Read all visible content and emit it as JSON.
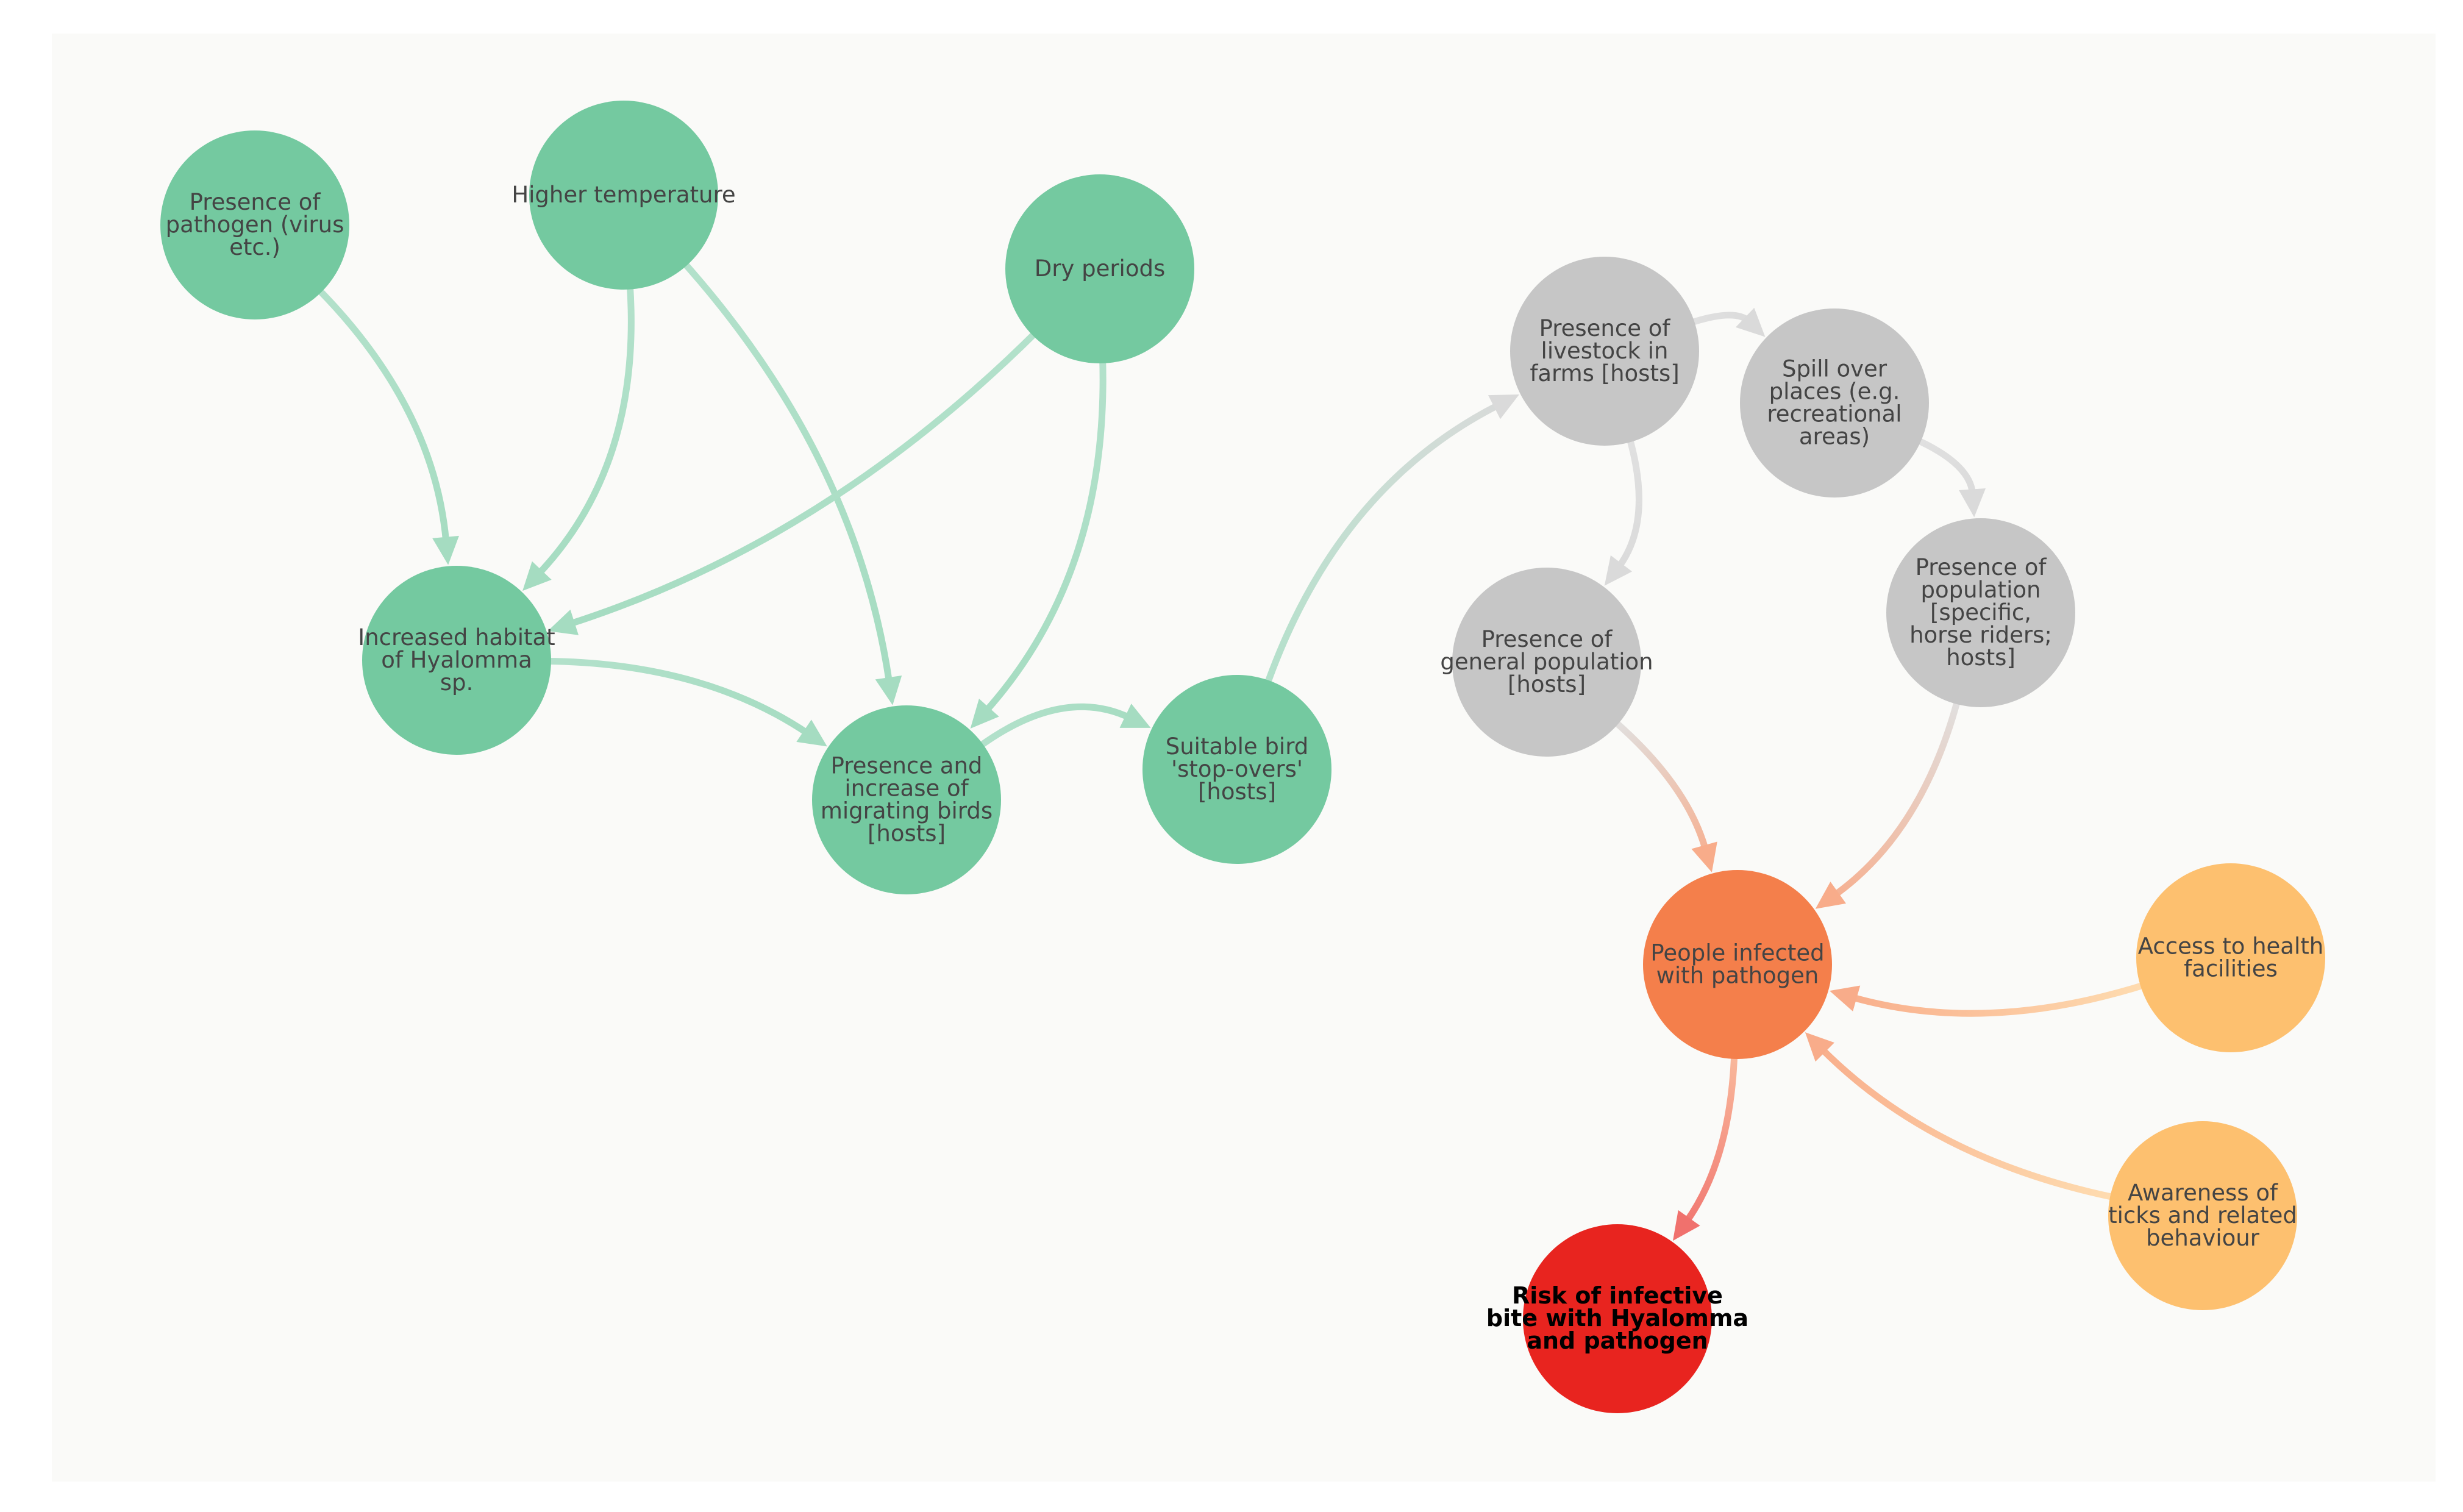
{
  "diagram": {
    "title": "",
    "colors": {
      "background": "#fafaf8",
      "drivers": "#74c9a0",
      "hosts": "#c6c6c6",
      "infection": "#f47f4b",
      "behaviour": "#fdc06f",
      "risk": "#e8241f"
    },
    "nodes": [
      {
        "id": "pathogen",
        "group": "drivers",
        "lines": [
          "Presence of",
          "pathogen (virus",
          "etc.)"
        ]
      },
      {
        "id": "temperature",
        "group": "drivers",
        "lines": [
          "Higher temperature"
        ]
      },
      {
        "id": "dry",
        "group": "drivers",
        "lines": [
          "Dry periods"
        ]
      },
      {
        "id": "habitat",
        "group": "drivers",
        "lines": [
          "Increased habitat",
          "of Hyalomma",
          "sp."
        ]
      },
      {
        "id": "birds",
        "group": "drivers",
        "lines": [
          "Presence and",
          "increase of",
          "migrating birds",
          "[hosts]"
        ]
      },
      {
        "id": "stopovers",
        "group": "drivers",
        "lines": [
          "Suitable bird",
          "'stop-overs'",
          "[hosts]"
        ]
      },
      {
        "id": "livestock",
        "group": "hosts",
        "lines": [
          "Presence of",
          "livestock in",
          "farms [hosts]"
        ]
      },
      {
        "id": "spillover",
        "group": "hosts",
        "lines": [
          "Spill over",
          "places (e.g.",
          "recreational",
          "areas)"
        ]
      },
      {
        "id": "general",
        "group": "hosts",
        "lines": [
          "Presence of",
          "general population",
          "[hosts]"
        ]
      },
      {
        "id": "specific",
        "group": "hosts",
        "lines": [
          "Presence of",
          "population",
          "[specific,",
          "horse riders;",
          "hosts]"
        ]
      },
      {
        "id": "infected",
        "group": "infection",
        "lines": [
          "People infected",
          "with pathogen"
        ]
      },
      {
        "id": "access",
        "group": "behaviour",
        "lines": [
          "Access to health",
          "facilities"
        ]
      },
      {
        "id": "awareness",
        "group": "behaviour",
        "lines": [
          "Awareness of",
          "ticks and related",
          "behaviour"
        ]
      },
      {
        "id": "risk",
        "group": "risk",
        "lines": [
          "Risk of infective",
          "bite with Hyalomma",
          "and pathogen"
        ]
      }
    ],
    "edges": [
      {
        "from": "pathogen",
        "to": "habitat"
      },
      {
        "from": "temperature",
        "to": "habitat"
      },
      {
        "from": "temperature",
        "to": "birds"
      },
      {
        "from": "dry",
        "to": "habitat"
      },
      {
        "from": "dry",
        "to": "birds"
      },
      {
        "from": "habitat",
        "to": "birds"
      },
      {
        "from": "birds",
        "to": "stopovers"
      },
      {
        "from": "stopovers",
        "to": "livestock"
      },
      {
        "from": "livestock",
        "to": "spillover"
      },
      {
        "from": "livestock",
        "to": "general"
      },
      {
        "from": "spillover",
        "to": "specific"
      },
      {
        "from": "general",
        "to": "infected"
      },
      {
        "from": "specific",
        "to": "infected"
      },
      {
        "from": "access",
        "to": "infected"
      },
      {
        "from": "awareness",
        "to": "infected"
      },
      {
        "from": "infected",
        "to": "risk"
      }
    ]
  }
}
